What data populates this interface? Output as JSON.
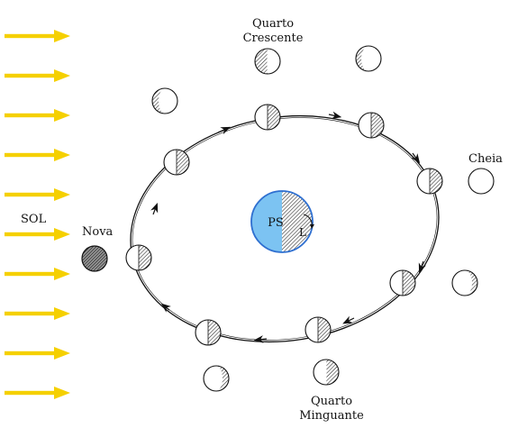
{
  "labels": {
    "sun": "SOL",
    "new_moon": "Nova",
    "full_moon": "Cheia",
    "first_quarter_line1": "Quarto",
    "first_quarter_line2": "Crescente",
    "last_quarter_line1": "Quarto",
    "last_quarter_line2": "Minguante",
    "earth": "PS",
    "rotation": "L"
  },
  "colors": {
    "sun_arrow": "#f5d000",
    "earth_lit": "#7cc3f2",
    "earth_border": "#2e6fd0",
    "line": "#111111"
  },
  "sun_arrow_count": 10
}
